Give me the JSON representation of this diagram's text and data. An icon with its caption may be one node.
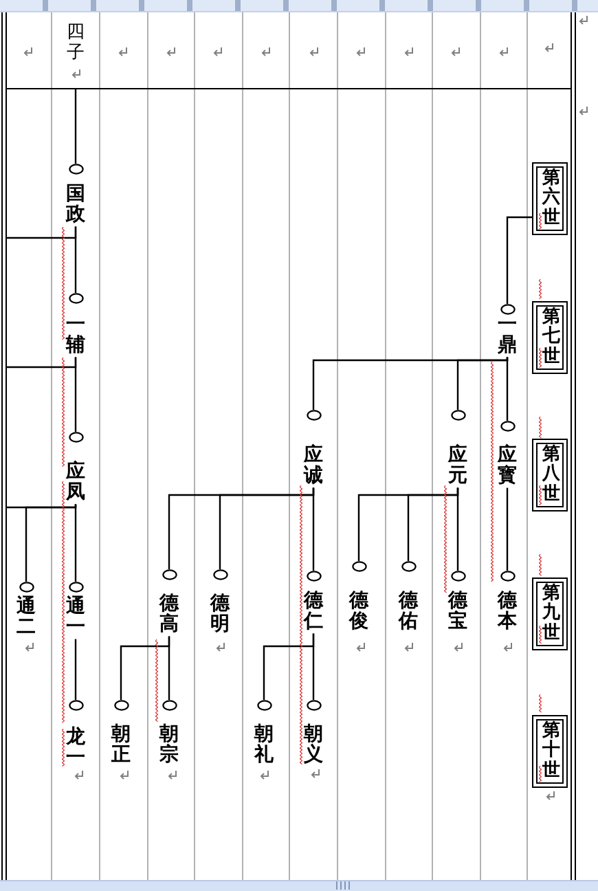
{
  "diagram": {
    "nodes": [
      {
        "text": [
          "第六世"
        ]
      },
      {
        "text": [
          "第七世"
        ]
      },
      {
        "text": [
          "第八世"
        ]
      },
      {
        "text": [
          "第九世"
        ]
      },
      {
        "text": [
          "第十世"
        ]
      },
      {
        "text": [
          "一鼎"
        ]
      },
      {
        "text": [
          "国政"
        ]
      },
      {
        "text": [
          "一辅"
        ]
      },
      {
        "text": [
          "应寳"
        ]
      },
      {
        "text": [
          "应元"
        ]
      },
      {
        "text": [
          "应诚"
        ]
      },
      {
        "text": [
          "应凤"
        ]
      },
      {
        "text": [
          "德本"
        ]
      },
      {
        "text": [
          "德宝"
        ]
      },
      {
        "text": [
          "德佑"
        ]
      },
      {
        "text": [
          "德俊"
        ]
      },
      {
        "text": [
          "德仁"
        ]
      },
      {
        "text": [
          "德明"
        ]
      },
      {
        "text": [
          "德高"
        ]
      },
      {
        "text": [
          "通一"
        ]
      },
      {
        "text": [
          "通二"
        ]
      },
      {
        "text": [
          "朝义"
        ]
      },
      {
        "text": [
          "朝礼"
        ]
      },
      {
        "text": [
          "朝宗"
        ]
      },
      {
        "text": [
          "朝正"
        ]
      },
      {
        "text": [
          "龙一"
        ]
      }
    ],
    "edges": [
      {
        "from": null,
        "to": 6,
        "arrow": "none"
      },
      {
        "from": 6,
        "to": 7,
        "arrow": "none"
      },
      {
        "from": 6,
        "to": null,
        "arrow": "none"
      },
      {
        "from": 7,
        "to": 11,
        "arrow": "none"
      },
      {
        "from": 7,
        "to": null,
        "arrow": "none"
      },
      {
        "from": 11,
        "to": 19,
        "arrow": "none"
      },
      {
        "from": 11,
        "to": 20,
        "arrow": "none"
      },
      {
        "from": 11,
        "to": null,
        "arrow": "none"
      },
      {
        "from": 19,
        "to": 25,
        "arrow": "none"
      },
      {
        "from": 0,
        "to": 5,
        "arrow": "none"
      },
      {
        "from": 5,
        "to": 8,
        "arrow": "none"
      },
      {
        "from": 5,
        "to": 9,
        "arrow": "none"
      },
      {
        "from": 5,
        "to": 10,
        "arrow": "none"
      },
      {
        "from": 10,
        "to": 16,
        "arrow": "none"
      },
      {
        "from": 10,
        "to": 17,
        "arrow": "none"
      },
      {
        "from": 10,
        "to": 18,
        "arrow": "none"
      },
      {
        "from": 9,
        "to": 13,
        "arrow": "none"
      },
      {
        "from": 9,
        "to": 14,
        "arrow": "none"
      },
      {
        "from": 9,
        "to": 15,
        "arrow": "none"
      },
      {
        "from": 8,
        "to": 12,
        "arrow": "none"
      },
      {
        "from": 18,
        "to": 23,
        "arrow": "none"
      },
      {
        "from": 18,
        "to": 24,
        "arrow": "none"
      },
      {
        "from": 16,
        "to": 21,
        "arrow": "none"
      },
      {
        "from": 16,
        "to": 22,
        "arrow": "none"
      }
    ],
    "labels": [
      "四子"
    ]
  }
}
